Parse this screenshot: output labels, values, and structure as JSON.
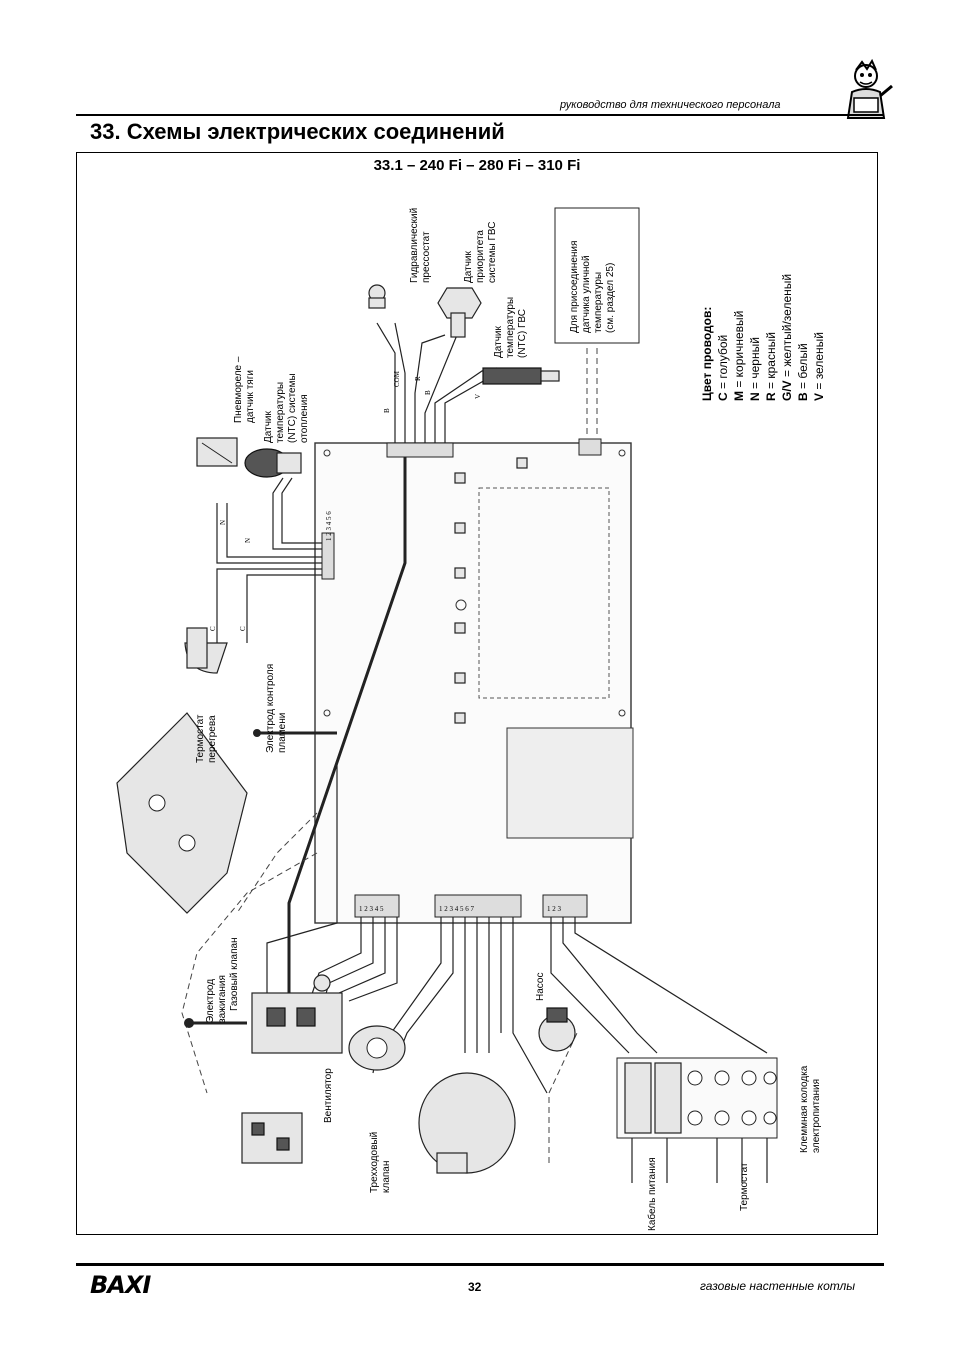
{
  "header": {
    "subtitle": "руководство для технического персонала",
    "section_title": "33. Схемы электрических соединений"
  },
  "diagram": {
    "subtitle": "33.1 – 240 Fi – 280 Fi – 310 Fi",
    "labels": {
      "overheat_thermostat": [
        "Термостат",
        "перегрева"
      ],
      "flame_electrode": [
        "Электрод контроля",
        "пламени"
      ],
      "air_pressure_switch": [
        "Пневмореле –",
        "датчик тяги"
      ],
      "heating_ntc": [
        "Датчик",
        "температуры",
        "(NTC) системы",
        "отопления"
      ],
      "hydraulic_pressostat": [
        "Гидравлический",
        "прессостат"
      ],
      "dhw_priority": [
        "Датчик",
        "приоритета",
        "системы ГВС"
      ],
      "dhw_ntc": [
        "Датчик",
        "температуры",
        "(NTC) ГВС"
      ],
      "outdoor_sensor_note": [
        "Для присоединения",
        "датчика уличной",
        "температуры",
        "(см. раздел 25)"
      ],
      "ignition_electrode": [
        "Электрод",
        "зажигания"
      ],
      "gas_valve": "Газовый клапан",
      "fan": "Вентилятор",
      "three_way_valve": [
        "Трехходовый",
        "клапан"
      ],
      "pump": "Насос",
      "power_cable": "Кабель питания",
      "room_thermostat": "Термостат",
      "terminal_block": [
        "Клеммная колодка",
        "электропитания"
      ]
    },
    "wire_colors": {
      "title": "Цвет проводов:",
      "items": [
        {
          "code": "C",
          "text": " = голубой"
        },
        {
          "code": "M",
          "text": " = коричневый"
        },
        {
          "code": "N",
          "text": " = черный"
        },
        {
          "code": "R",
          "text": " = красный"
        },
        {
          "code": "G/V",
          "text": " = желтый/зеленый"
        },
        {
          "code": "B",
          "text": " = белый"
        },
        {
          "code": "V",
          "text": " = зеленый"
        }
      ]
    }
  },
  "footer": {
    "brand": "BAXI",
    "page_number": "32",
    "text": "газовые настенные котлы"
  }
}
